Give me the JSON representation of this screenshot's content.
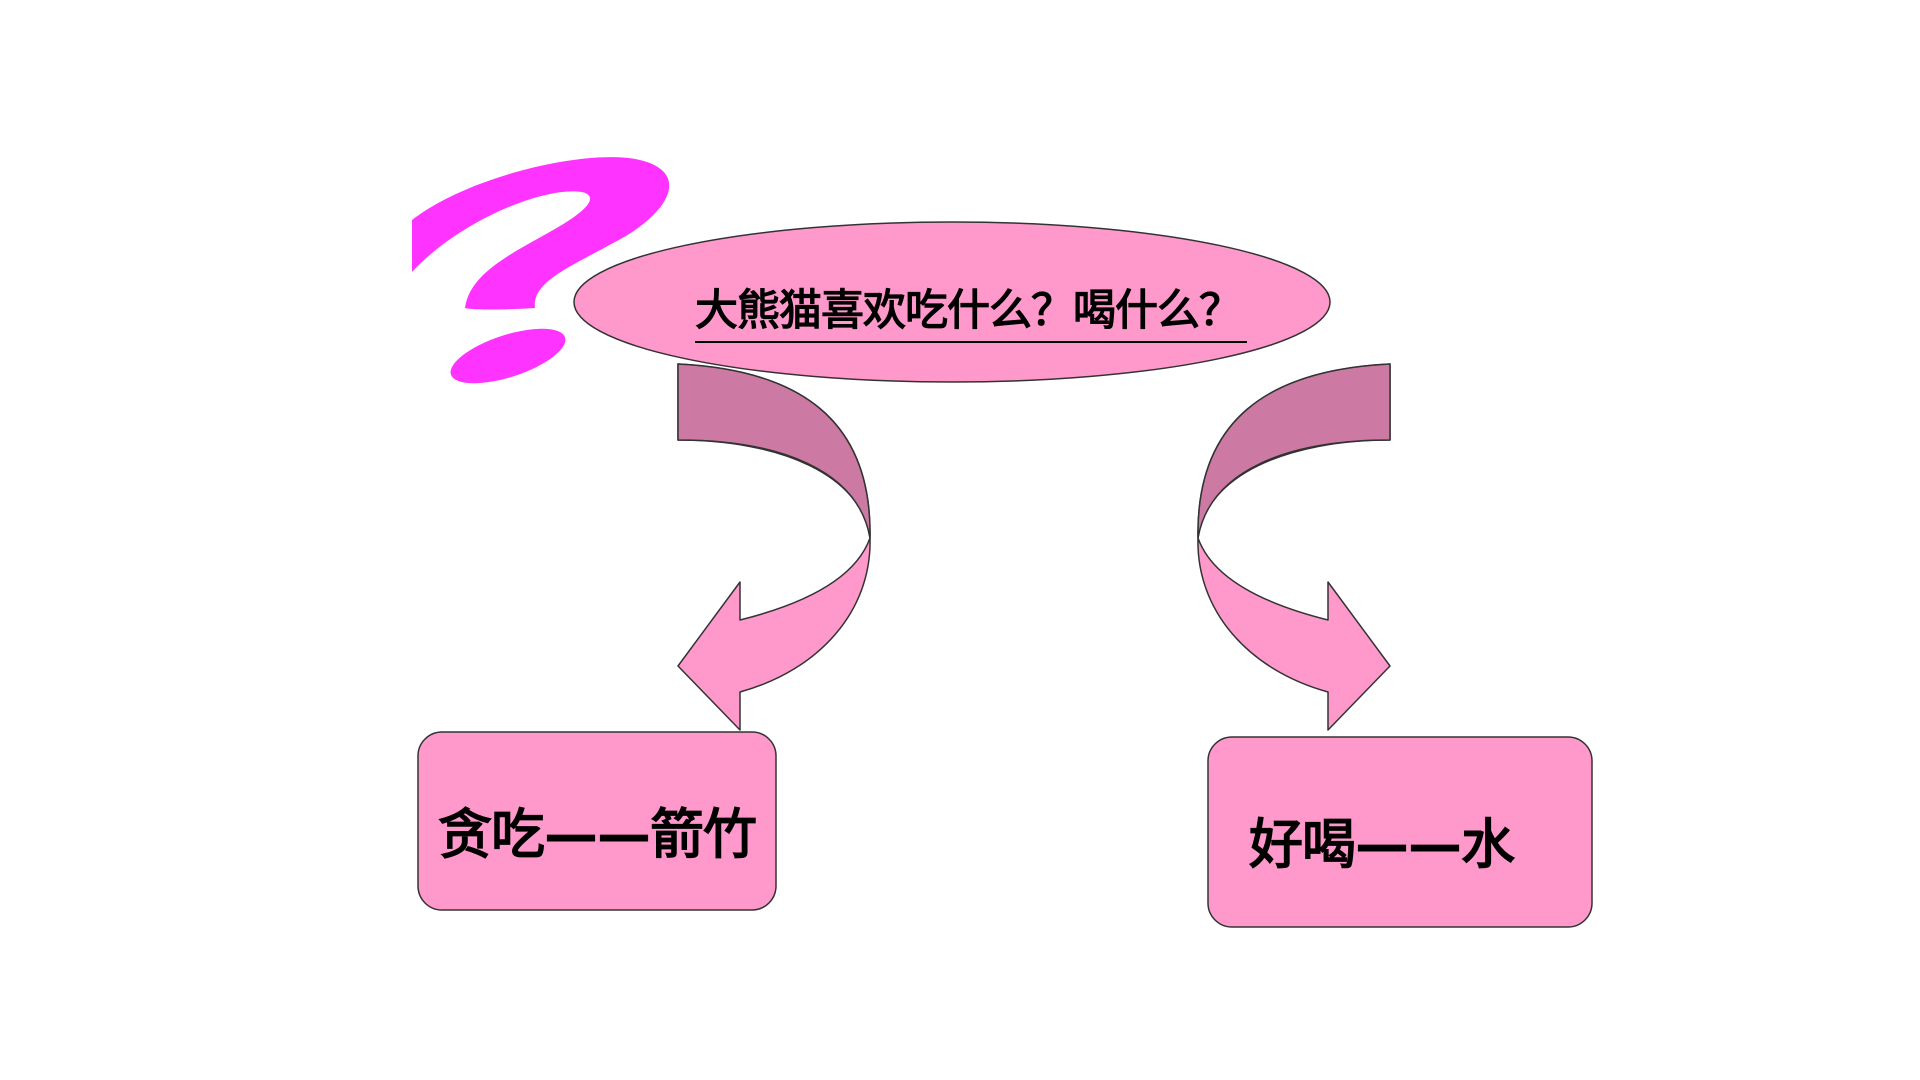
{
  "slide": {
    "question": "大熊猫喜欢吃什么？喝什么？",
    "answer_left": "贪吃——箭竹",
    "answer_right": "好喝——水"
  },
  "colors": {
    "question_mark": "#ff33ff",
    "shape_fill": "#ff99cc",
    "arrow_fold": "#cc7aa3",
    "outline": "#333333",
    "text": "#000000"
  },
  "icons": {
    "question_mark": "question-mark-icon"
  }
}
